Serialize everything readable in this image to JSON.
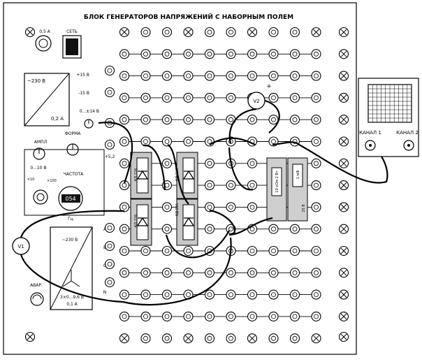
{
  "panel": {
    "title": "БЛОК ГЕНЕРАТОРОВ НАПРЯЖЕНИЙ С НАБОРНЫМ ПОЛЕМ",
    "fuse_label": "0,5 А",
    "mains_label": "СЕТЬ"
  },
  "dc_supply": {
    "voltage_label": "~230 В",
    "current_label": "0,2 А",
    "out_plus15": "+15 В",
    "out_minus15": "-15 В",
    "out_adj": "0...±14 В"
  },
  "function_generator": {
    "amp_label": "АМПЛ",
    "form_label": "ФОРМА",
    "range_label": "0...10 В",
    "freq_label": "ЧАСТОТА",
    "mult_x10": "×10",
    "mult_x100": "×100",
    "out_label": "+5,2",
    "display_value": "054",
    "display_unit": "Гц"
  },
  "three_phase": {
    "voltage_label": "~230 В",
    "output_label": "3×0...9,6 В",
    "current_label": "0,1 А",
    "phase_a": "A",
    "phase_b": "B",
    "phase_c": "C",
    "neutral": "N",
    "emerg_label": "АВАР."
  },
  "meters": {
    "v1": "V1",
    "v2": "V2"
  },
  "components": {
    "diode_1": "КД 226",
    "diode_2": "КД 226",
    "diode_3": "КД 226",
    "diode_4": "КД 226",
    "resistor": "10 кОм 2 Вт",
    "capacitor": "1 мФ",
    "capacitor_voltage": "25 В"
  },
  "oscilloscope": {
    "channel1": "КАНАЛ 1",
    "channel2": "КАНАЛ 2"
  }
}
